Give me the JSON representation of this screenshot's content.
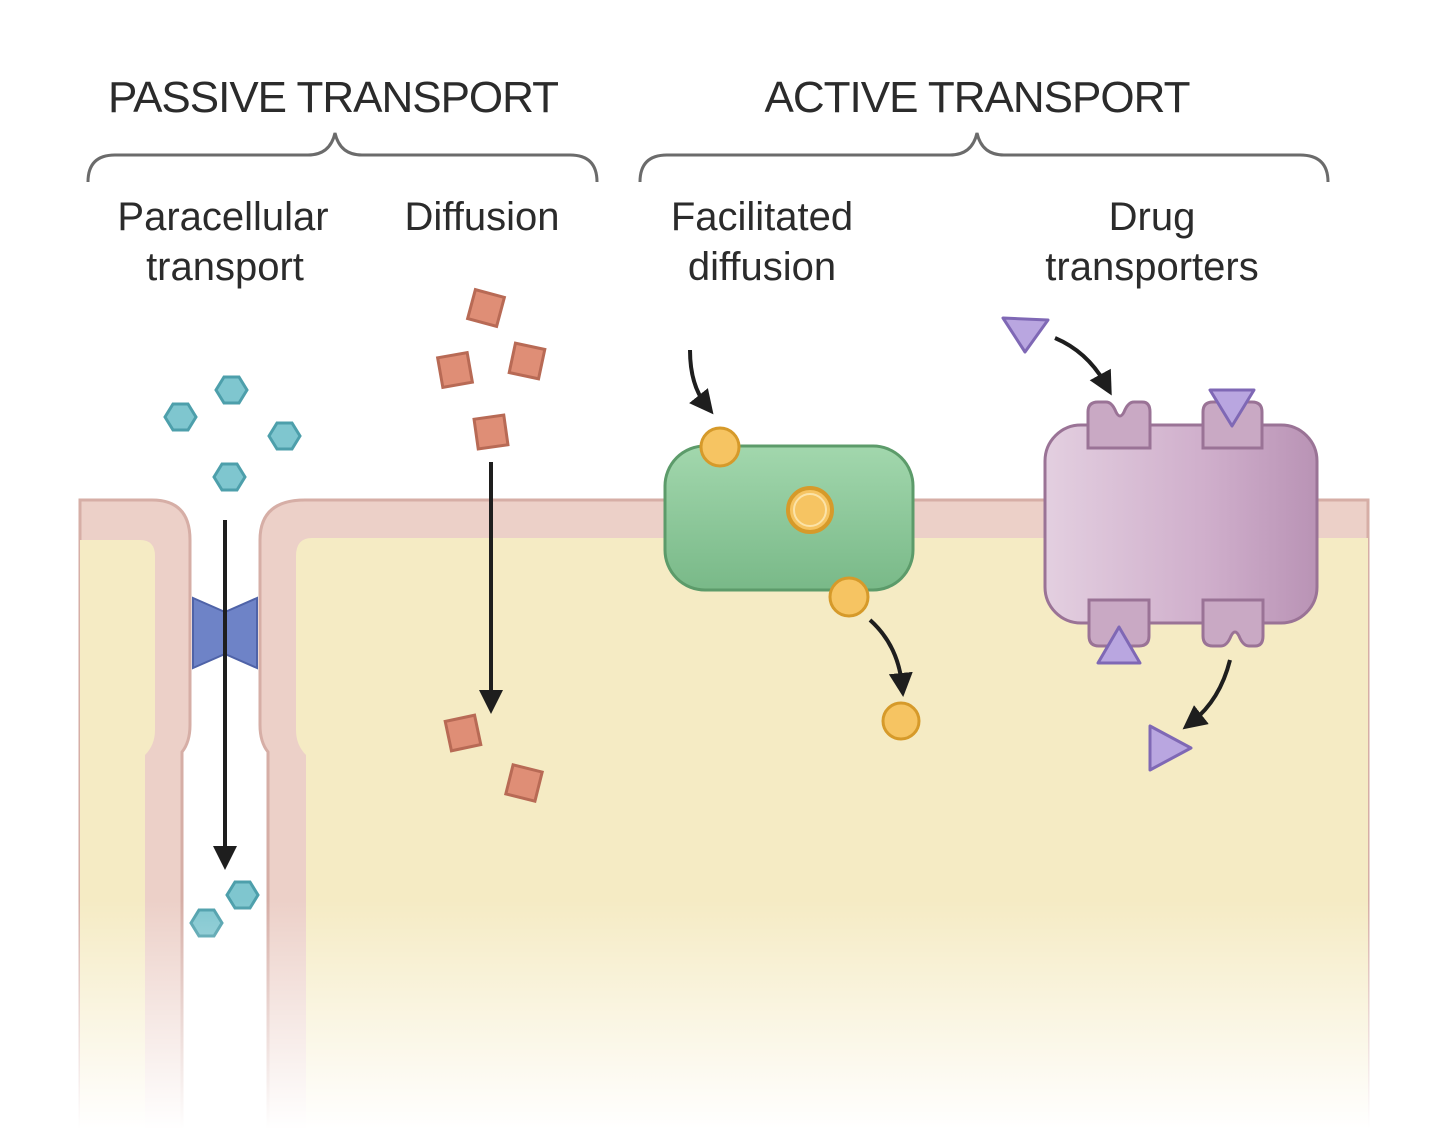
{
  "headings": {
    "passive": "PASSIVE TRANSPORT",
    "active": "ACTIVE TRANSPORT"
  },
  "mechanisms": {
    "paracellular": {
      "line1": "Paracellular",
      "line2": "transport"
    },
    "diffusion": {
      "line1": "Diffusion"
    },
    "facilitated": {
      "line1": "Facilitated",
      "line2": "diffusion"
    },
    "drug": {
      "line1": "Drug",
      "line2": "transporters"
    }
  },
  "colors": {
    "cytoplasm": "#f5ebc4",
    "membrane": "#ecd0c8",
    "membrane_edge": "#d6aea6",
    "hexagon": "#7fc6cf",
    "square": "#df8e76",
    "orange_circle": "#f6c462",
    "green_carrier": "#8fcb9b",
    "purple_carrier": "#c9a9c4",
    "triangle": "#b9a6e0",
    "junction": "#6e83c7"
  }
}
